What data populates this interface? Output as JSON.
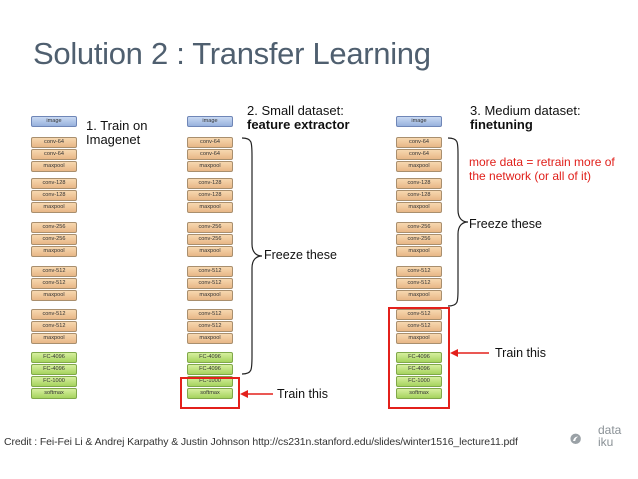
{
  "slide": {
    "title": "Solution 2 : Transfer Learning",
    "credit": "Credit :  Fei-Fei Li & Andrej Karpathy & Justin Johnson http://cs231n.stanford.edu/slides/winter1516_lecture11.pdf",
    "logo_text": [
      "data",
      "iku"
    ]
  },
  "layers": [
    "image",
    "conv-64",
    "conv-64",
    "maxpool",
    "conv-128",
    "conv-128",
    "maxpool",
    "conv-256",
    "conv-256",
    "maxpool",
    "conv-512",
    "conv-512",
    "maxpool",
    "conv-512",
    "conv-512",
    "maxpool",
    "FC-4096",
    "FC-4096",
    "FC-1000",
    "softmax"
  ],
  "panels": [
    {
      "heading_line1": "1. Train on",
      "heading_line2": "Imagenet"
    },
    {
      "heading_line1": "2. Small dataset:",
      "heading_line2": "feature extractor",
      "freeze_label": "Freeze these",
      "train_label": "Train this"
    },
    {
      "heading_line1": "3. Medium dataset:",
      "heading_line2": "finetuning",
      "note": "more data = retrain more of the network (or all of it)",
      "freeze_label": "Freeze these",
      "train_label": "Train this"
    }
  ],
  "colors": {
    "title": "#4f5f6f",
    "conv": "#f2c99a",
    "image": "#a9c1e8",
    "fc": "#b9e07a",
    "red": "#e3201b"
  }
}
